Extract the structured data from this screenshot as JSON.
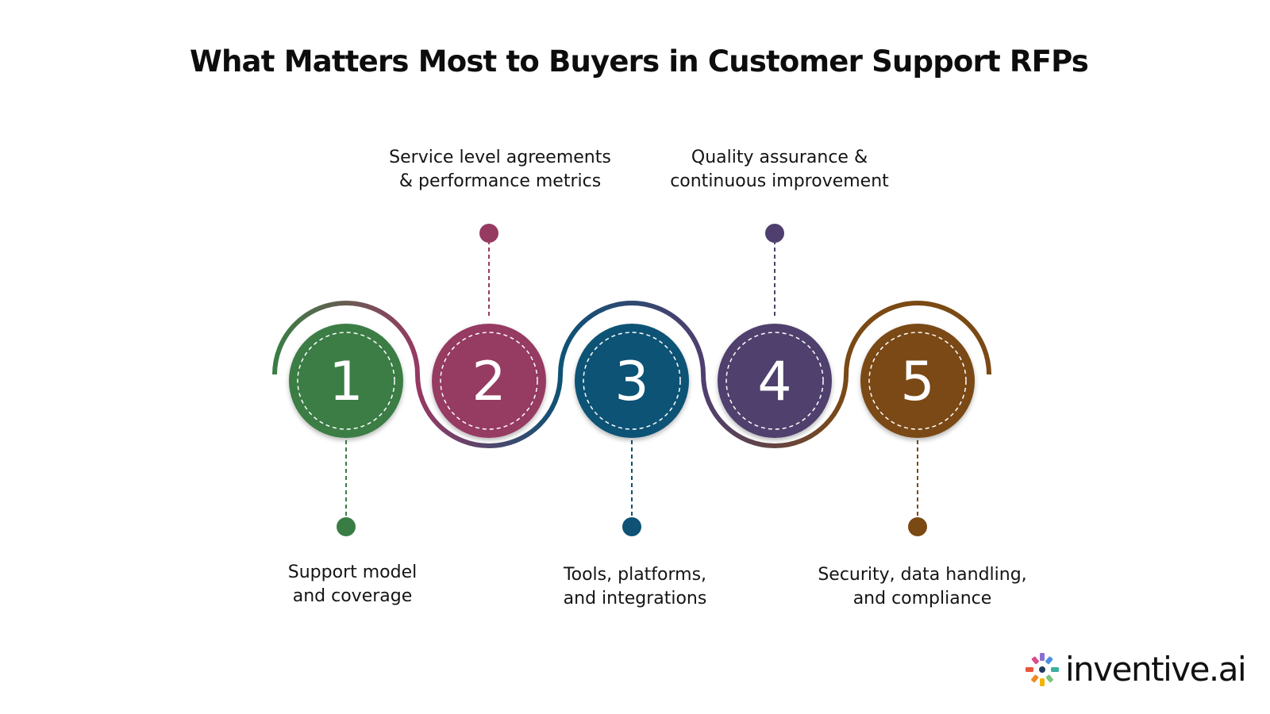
{
  "title": "What Matters Most to Buyers in Customer Support RFPs",
  "steps": [
    {
      "number": "1",
      "label_line1": "Support model",
      "label_line2": "and coverage",
      "color": "#3a7d44",
      "position": "bottom"
    },
    {
      "number": "2",
      "label_line1": "Service level agreements",
      "label_line2": "& performance metrics",
      "color": "#963a62",
      "position": "top"
    },
    {
      "number": "3",
      "label_line1": "Tools, platforms,",
      "label_line2": "and integrations",
      "color": "#0e5275",
      "position": "bottom"
    },
    {
      "number": "4",
      "label_line1": "Quality assurance &",
      "label_line2": "continuous improvement",
      "color": "#4f3f6e",
      "position": "top"
    },
    {
      "number": "5",
      "label_line1": "Security, data handling,",
      "label_line2": "and compliance",
      "color": "#7a4914",
      "position": "bottom"
    }
  ],
  "logo": {
    "text": "inventive.ai",
    "icon": "pinwheel-logo-icon"
  }
}
